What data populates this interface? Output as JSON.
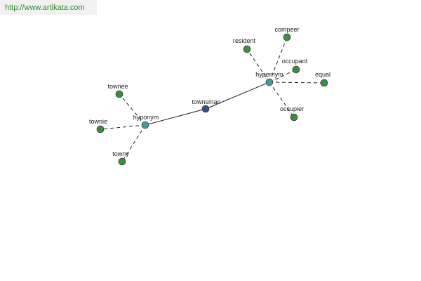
{
  "header": {
    "link_text": "http://www.artikata.com"
  },
  "colors": {
    "leaf": "#3f8a3f",
    "relation": "#4a9a92",
    "center": "#3a4f8e",
    "edge": "#222222",
    "link": "#2e8b2e"
  },
  "graph": {
    "center": {
      "label": "townsman"
    },
    "relations": [
      {
        "label": "hyponym",
        "terms": [
          "townee",
          "townie",
          "towny"
        ]
      },
      {
        "label": "hypernym",
        "terms": [
          "resident",
          "compeer",
          "occupant",
          "equal",
          "occupier"
        ]
      }
    ]
  }
}
